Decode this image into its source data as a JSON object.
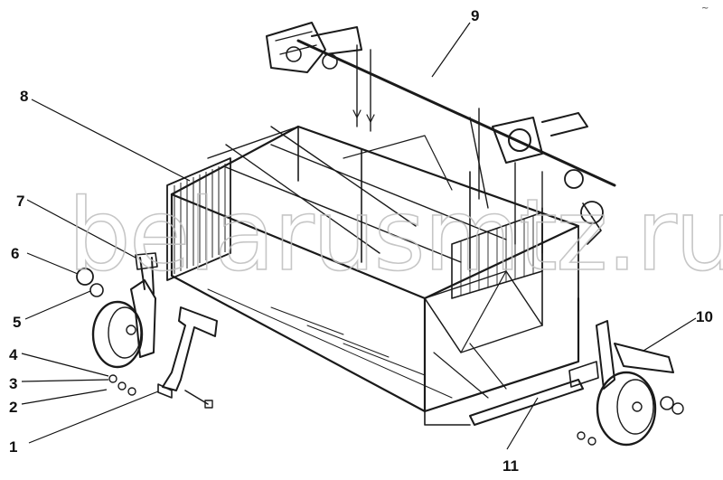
{
  "watermark": "belarusmtz.ru",
  "callouts": [
    {
      "id": "1",
      "label": "1"
    },
    {
      "id": "2",
      "label": "2"
    },
    {
      "id": "3",
      "label": "3"
    },
    {
      "id": "4",
      "label": "4"
    },
    {
      "id": "5",
      "label": "5"
    },
    {
      "id": "6",
      "label": "6"
    },
    {
      "id": "7",
      "label": "7"
    },
    {
      "id": "8",
      "label": "8"
    },
    {
      "id": "9",
      "label": "9"
    },
    {
      "id": "10",
      "label": "10"
    },
    {
      "id": "11",
      "label": "11"
    }
  ],
  "corner_mark": "~"
}
